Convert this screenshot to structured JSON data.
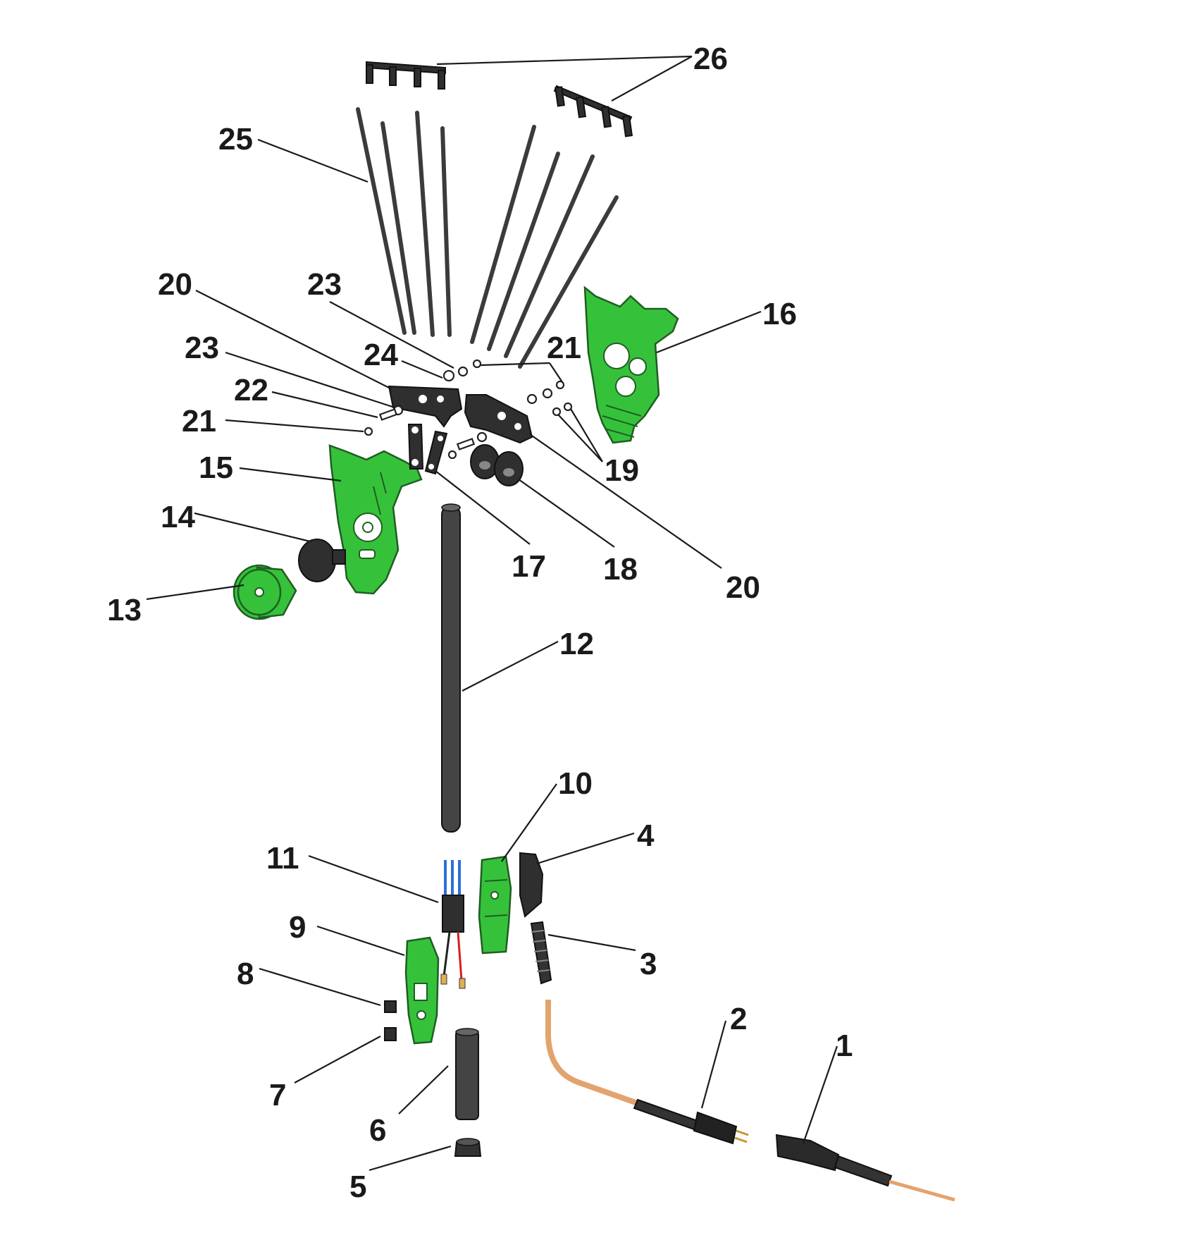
{
  "diagram": {
    "callouts": [
      {
        "id": "1",
        "label": "1"
      },
      {
        "id": "2",
        "label": "2"
      },
      {
        "id": "3",
        "label": "3"
      },
      {
        "id": "4",
        "label": "4"
      },
      {
        "id": "5",
        "label": "5"
      },
      {
        "id": "6",
        "label": "6"
      },
      {
        "id": "7",
        "label": "7"
      },
      {
        "id": "8",
        "label": "8"
      },
      {
        "id": "9",
        "label": "9"
      },
      {
        "id": "10",
        "label": "10"
      },
      {
        "id": "11",
        "label": "11"
      },
      {
        "id": "12",
        "label": "12"
      },
      {
        "id": "13",
        "label": "13"
      },
      {
        "id": "14",
        "label": "14"
      },
      {
        "id": "15",
        "label": "15"
      },
      {
        "id": "16",
        "label": "16"
      },
      {
        "id": "17",
        "label": "17"
      },
      {
        "id": "18",
        "label": "18"
      },
      {
        "id": "19",
        "label": "19"
      },
      {
        "id": "20a",
        "label": "20"
      },
      {
        "id": "20b",
        "label": "20"
      },
      {
        "id": "21a",
        "label": "21"
      },
      {
        "id": "21b",
        "label": "21"
      },
      {
        "id": "22",
        "label": "22"
      },
      {
        "id": "23a",
        "label": "23"
      },
      {
        "id": "23b",
        "label": "23"
      },
      {
        "id": "24",
        "label": "24"
      },
      {
        "id": "25",
        "label": "25"
      },
      {
        "id": "26",
        "label": "26"
      }
    ]
  },
  "colors": {
    "part_green": "#35c23a",
    "part_dark": "#2f2f2f",
    "cable_copper": "#e3a36e",
    "label_text": "#1a1a1a"
  }
}
